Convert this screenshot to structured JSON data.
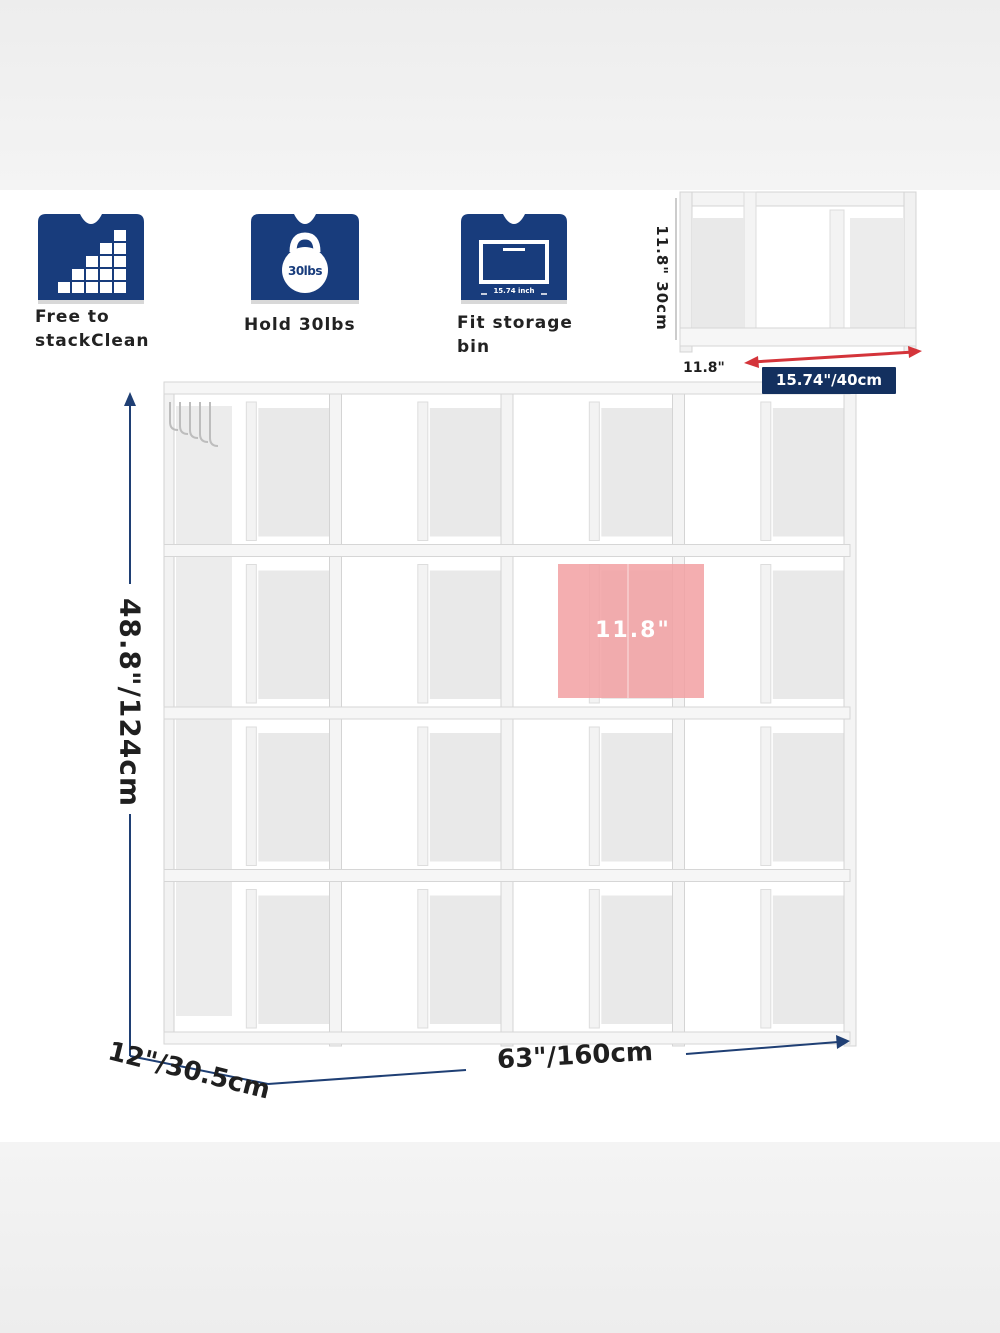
{
  "features": [
    {
      "label": "Free to stackClean",
      "icon": "stack-cubes-icon"
    },
    {
      "label": "Hold 30lbs",
      "icon": "kettlebell-icon",
      "badge": "30lbs"
    },
    {
      "label": "Fit storage bin",
      "icon": "storage-bin-icon",
      "badge": "15.74 inch"
    }
  ],
  "single_cube": {
    "height": "11.8\" 30cm",
    "depth_in": "11.8\"",
    "depth_cm": "30cm",
    "width": "15.74\"/40cm"
  },
  "shelf": {
    "height": "48.8\"/124cm",
    "width": "63\"/160cm",
    "depth": "12\"/30.5cm",
    "cube_highlight": "11.8\"",
    "rows": 4,
    "cols": 4
  },
  "colors": {
    "icon_blue": "#183c7c",
    "arrow_blue": "#1f3f74",
    "arrow_red": "#d4343a",
    "highlight_pink": "#f2a0a2"
  }
}
